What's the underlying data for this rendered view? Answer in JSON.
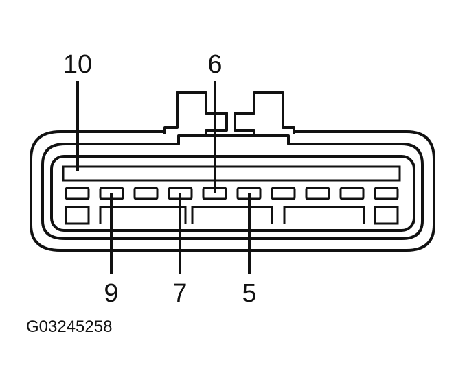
{
  "pin_labels": {
    "top_left": "10",
    "top_right": "6",
    "bottom_left": "9",
    "bottom_middle": "7",
    "bottom_right": "5"
  },
  "figure_id": "G03245258",
  "colors": {
    "line": "#111111",
    "background": "#ffffff"
  }
}
